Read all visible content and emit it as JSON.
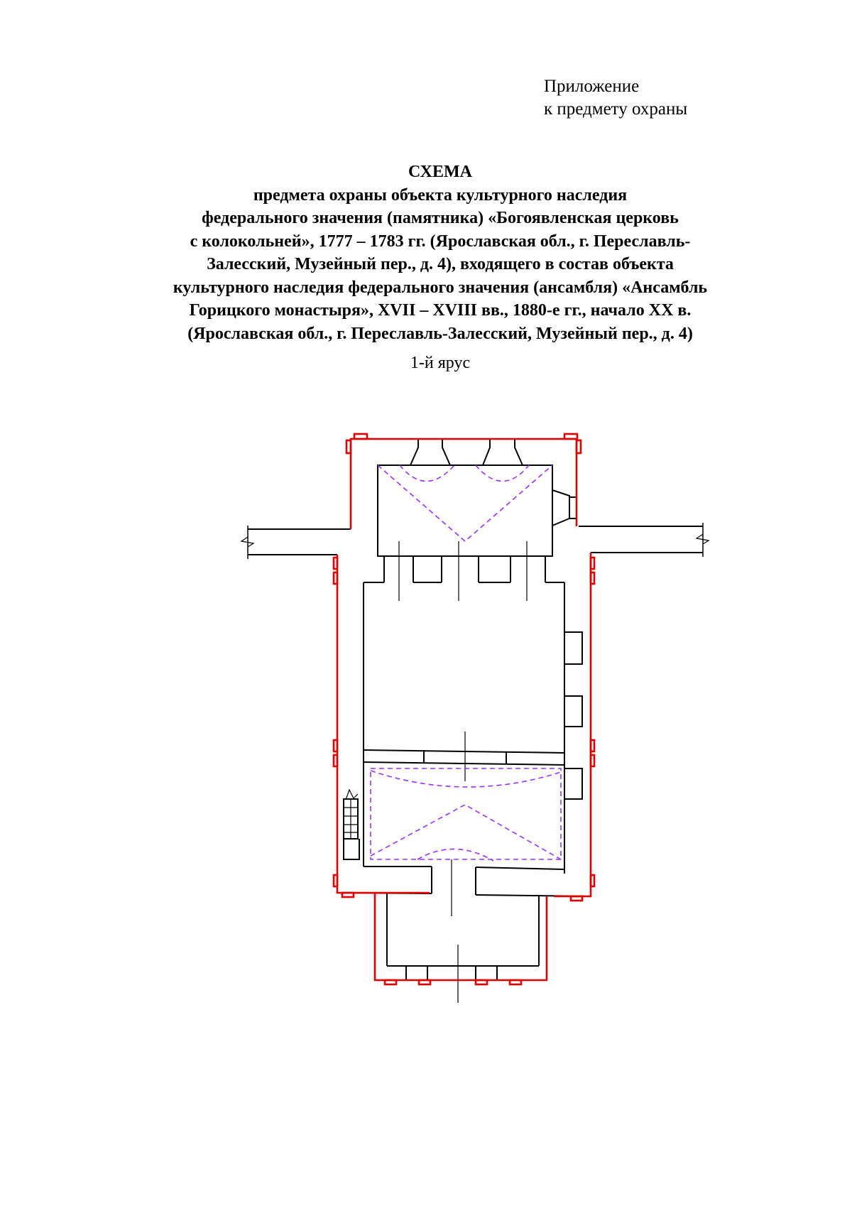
{
  "appendix": {
    "line1": "Приложение",
    "line2": "к предмету охраны"
  },
  "title": {
    "heading": "СХЕМА",
    "lines": [
      "предмета охраны объекта культурного наследия",
      "федерального значения (памятника) «Богоявленская церковь",
      "с колокольней», 1777 – 1783 гг. (Ярославская обл., г. Переславль-",
      "Залесский, Музейный пер., д. 4), входящего в состав объекта",
      "культурного наследия федерального значения (ансамбля) «Ансамбль",
      "Горицкого монастыря», XVII – XVIII вв., 1880-е гг., начало XX в.",
      "(Ярославская обл., г. Переславль-Залесский, Музейный пер., д. 4)"
    ]
  },
  "plan": {
    "tier_label": "1-й ярус",
    "colors": {
      "boundary": "#e00000",
      "walls": "#000000",
      "vaults": "#9b30ff"
    }
  }
}
